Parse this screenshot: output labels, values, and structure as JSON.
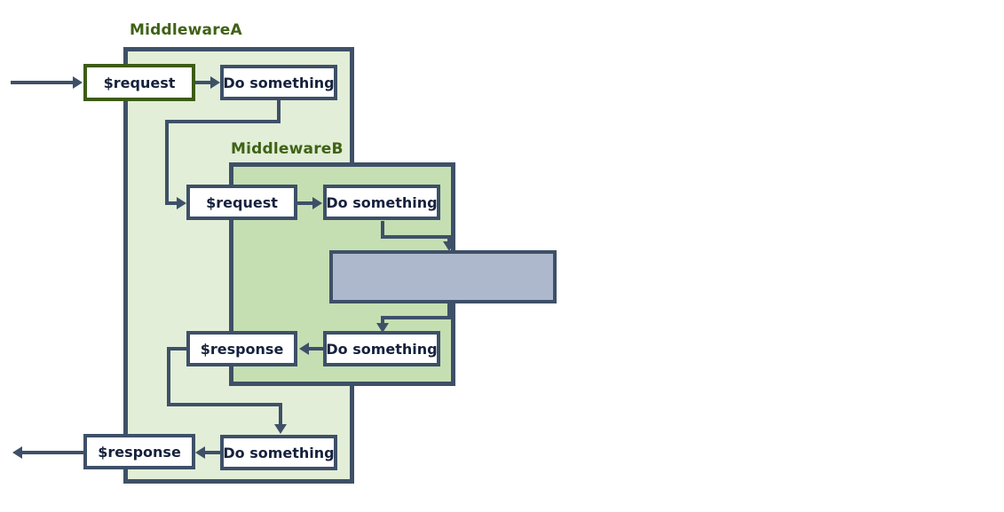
{
  "diagram": {
    "title_a": "MiddlewareA",
    "title_b": "MiddlewareB",
    "colors": {
      "region_a_fill": "#e2eed7",
      "region_b_fill": "#c5dfb3",
      "region_border": "#3e5068",
      "label_green": "#3f6216",
      "node_border": "#3e5068",
      "node_border_green": "#3d5c16",
      "node_fill": "#ffffff",
      "gray_bar_fill": "#aeb8cc",
      "text": "#16213d"
    },
    "nodes": {
      "a_request": "$request",
      "a_do_in": "Do something",
      "b_request": "$request",
      "b_do_in": "Do something",
      "core": "",
      "b_do_out": "Do something",
      "b_response": "$response",
      "a_do_out": "Do something",
      "a_response": "$response"
    }
  }
}
